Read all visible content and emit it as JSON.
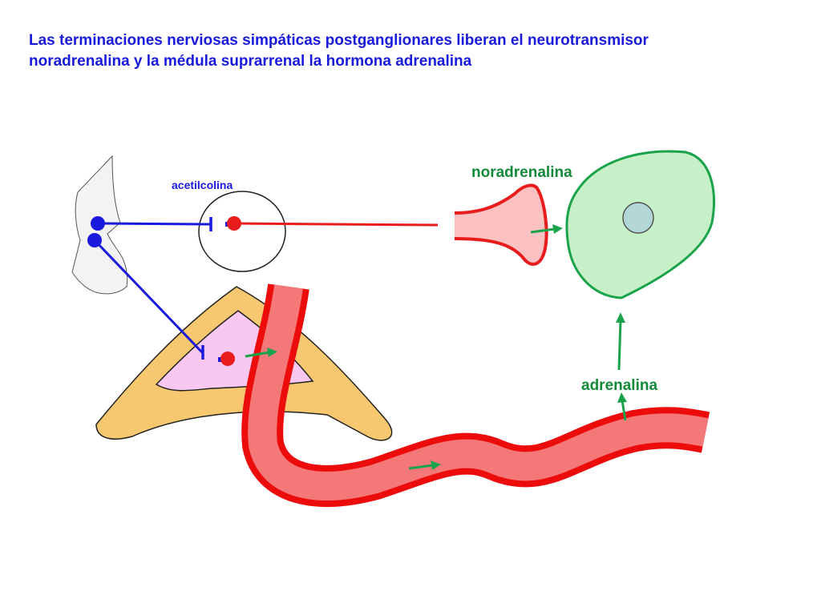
{
  "title": {
    "line1": "Las terminaciones nerviosas simpáticas postganglionares liberan el neurotransmisor",
    "line2": "noradrenalina y la médula suprarrenal la hormona adrenalina"
  },
  "labels": {
    "acetilcolina": "acetilcolina",
    "noradrenalina": "noradrenalina",
    "adrenalina": "adrenalina"
  },
  "colors": {
    "title": "#1a1adc",
    "preganglionic_neuron": "#1a1adc",
    "postganglionic_neuron": "#e81c1c",
    "neurotransmitter_arrow": "#1aa34a",
    "target_cell_fill": "#c8f0c8",
    "target_cell_stroke": "#1aa34a",
    "adrenal_cortex": "#f8c870",
    "adrenal_medulla": "#f8c8f0",
    "blood_vessel": "#f47878",
    "nucleus": "#b4d8d8"
  }
}
